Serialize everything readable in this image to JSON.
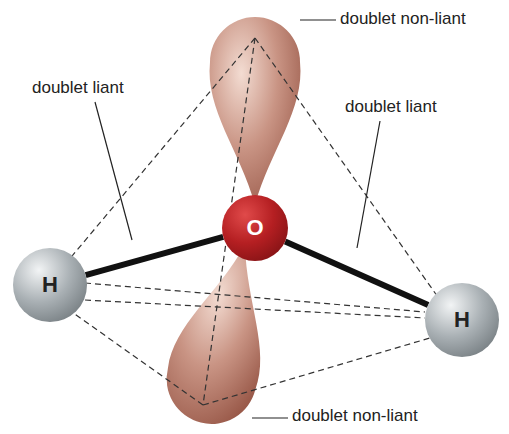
{
  "diagram": {
    "nodes": [
      {
        "text": [
          "O"
        ]
      },
      {
        "text": [
          "H"
        ]
      },
      {
        "text": [
          "H"
        ]
      }
    ],
    "edges": [
      {
        "from": 0,
        "to": 1,
        "arrow": "none"
      },
      {
        "from": 0,
        "to": 2,
        "arrow": "none"
      }
    ],
    "labels": [
      "doublet non-liant",
      "doublet liant",
      "doublet liant",
      "doublet non-liant"
    ]
  }
}
